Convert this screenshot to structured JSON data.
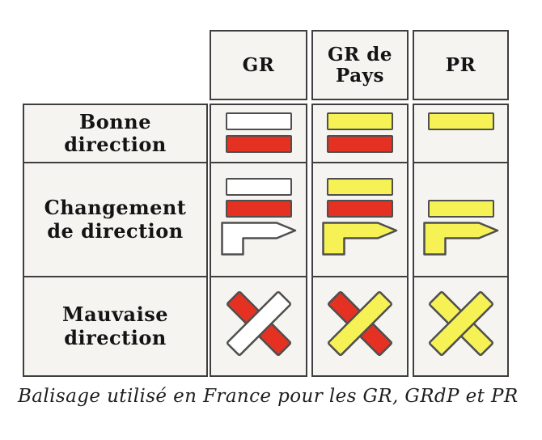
{
  "figure": {
    "caption": "Balisage utilisé en France pour les GR, GRdP et PR"
  },
  "table": {
    "column_headers": [
      {
        "id": "gr",
        "label": "GR"
      },
      {
        "id": "gr-de-pays",
        "label": "GR de\nPays"
      },
      {
        "id": "pr",
        "label": "PR"
      }
    ],
    "row_headers": [
      {
        "id": "bonne-direction",
        "label": "Bonne\ndirection"
      },
      {
        "id": "changement-de-direction",
        "label": "Changement\nde direction"
      },
      {
        "id": "mauvaise-direction",
        "label": "Mauvaise\ndirection"
      }
    ],
    "cells": [
      [
        [
          {
            "type": "bar",
            "color": "white"
          },
          {
            "type": "bar",
            "color": "red"
          }
        ],
        [
          {
            "type": "bar",
            "color": "yellow"
          },
          {
            "type": "bar",
            "color": "red"
          }
        ],
        [
          {
            "type": "bar",
            "color": "yellow"
          }
        ]
      ],
      [
        [
          {
            "type": "bar",
            "color": "white"
          },
          {
            "type": "bar",
            "color": "red"
          },
          {
            "type": "arrow",
            "color": "white"
          }
        ],
        [
          {
            "type": "bar",
            "color": "yellow"
          },
          {
            "type": "bar",
            "color": "red"
          },
          {
            "type": "arrow",
            "color": "yellow"
          }
        ],
        [
          {
            "type": "bar",
            "color": "yellow"
          },
          {
            "type": "arrow",
            "color": "yellow"
          }
        ]
      ],
      [
        [
          {
            "type": "cross",
            "back": "red",
            "front": "white"
          }
        ],
        [
          {
            "type": "cross",
            "back": "red",
            "front": "yellow"
          }
        ],
        [
          {
            "type": "cross",
            "back": "yellow",
            "front": "yellow"
          }
        ]
      ]
    ]
  },
  "colors": {
    "red": "#e53122",
    "yellow": "#f6f155",
    "white": "#ffffff",
    "outline": "#4f4f4f",
    "cell_bg": "#f5f4f1",
    "grid": "#3f3f3f",
    "text": "#141414"
  }
}
